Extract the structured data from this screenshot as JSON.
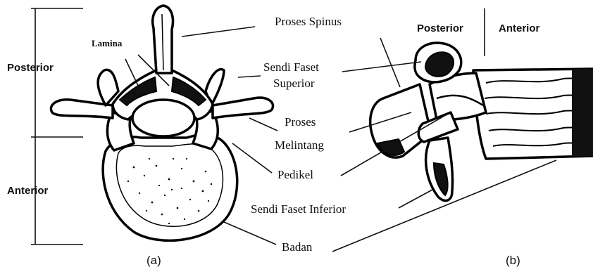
{
  "labels": {
    "posterior_left": "Posterior",
    "anterior_left": "Anterior",
    "lamina": "Lamina",
    "proses_spinus": "Proses Spinus",
    "sendi_faset_superior_1": "Sendi Faset",
    "sendi_faset_superior_2": "Superior",
    "proses_melintang_1": "Proses",
    "proses_melintang_2": "Melintang",
    "pedikel": "Pedikel",
    "sendi_faset_inferior": "Sendi Faset Inferior",
    "badan": "Badan",
    "caption_a": "(a)",
    "caption_b": "(b)",
    "posterior_right": "Posterior",
    "anterior_right": "Anterior"
  }
}
